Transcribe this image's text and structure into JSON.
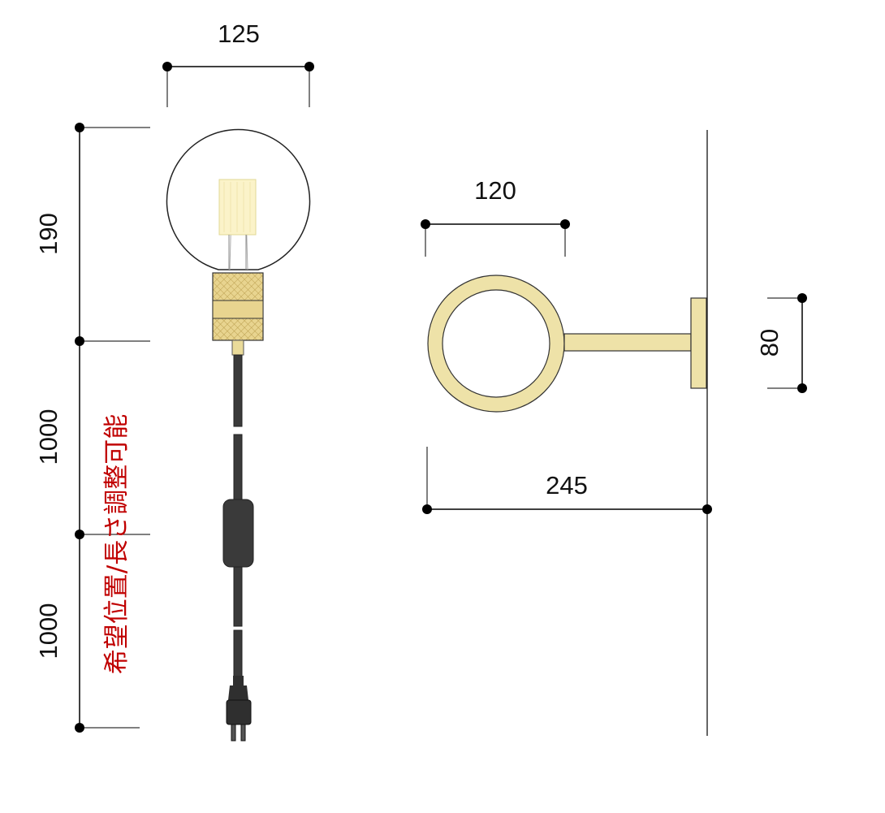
{
  "dimensions": {
    "bulb_width": "125",
    "bulb_height": "190",
    "cord_upper": "1000",
    "cord_lower": "1000",
    "ring_diameter": "120",
    "bracket_depth": "245",
    "plate_height": "80"
  },
  "note": "希望位置/長さ調整可能",
  "colors": {
    "brass": "#eee2a8",
    "brass_dark": "#e6d28f",
    "cord": "#3a3a3a",
    "note_red": "#c00000"
  }
}
